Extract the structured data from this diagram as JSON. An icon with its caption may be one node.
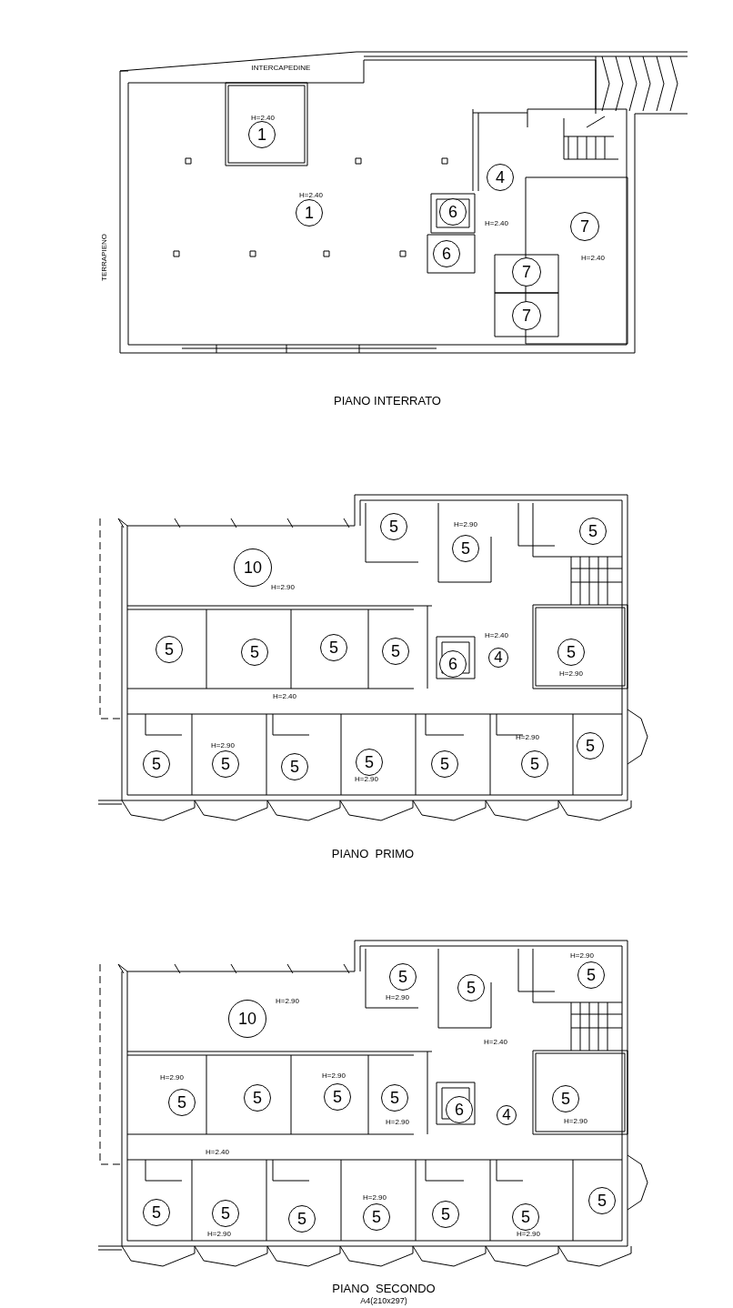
{
  "diagram": {
    "nodes": [
      {
        "text": [
          "1"
        ]
      },
      {
        "text": [
          "4"
        ]
      },
      {
        "text": [
          "1"
        ]
      },
      {
        "text": [
          "6"
        ]
      },
      {
        "text": [
          "7"
        ]
      },
      {
        "text": [
          "6"
        ]
      },
      {
        "text": [
          "7"
        ]
      },
      {
        "text": [
          "7"
        ]
      },
      {
        "text": [
          "10"
        ]
      },
      {
        "text": [
          "5"
        ]
      },
      {
        "text": [
          "5"
        ]
      },
      {
        "text": [
          "5"
        ]
      },
      {
        "text": [
          "5"
        ]
      },
      {
        "text": [
          "5"
        ]
      },
      {
        "text": [
          "5"
        ]
      },
      {
        "text": [
          "5"
        ]
      },
      {
        "text": [
          "6"
        ]
      },
      {
        "text": [
          "4"
        ]
      },
      {
        "text": [
          "5"
        ]
      },
      {
        "text": [
          "5"
        ]
      },
      {
        "text": [
          "5"
        ]
      },
      {
        "text": [
          "5"
        ]
      },
      {
        "text": [
          "5"
        ]
      },
      {
        "text": [
          "5"
        ]
      },
      {
        "text": [
          "5"
        ]
      },
      {
        "text": [
          "5"
        ]
      },
      {
        "text": [
          "10"
        ]
      },
      {
        "text": [
          "5"
        ]
      },
      {
        "text": [
          "5"
        ]
      },
      {
        "text": [
          "5"
        ]
      },
      {
        "text": [
          "5"
        ]
      },
      {
        "text": [
          "5"
        ]
      },
      {
        "text": [
          "5"
        ]
      },
      {
        "text": [
          "5"
        ]
      },
      {
        "text": [
          "6"
        ]
      },
      {
        "text": [
          "4"
        ]
      },
      {
        "text": [
          "5"
        ]
      },
      {
        "text": [
          "5"
        ]
      },
      {
        "text": [
          "5"
        ]
      },
      {
        "text": [
          "5"
        ]
      },
      {
        "text": [
          "5"
        ]
      },
      {
        "text": [
          "5"
        ]
      },
      {
        "text": [
          "5"
        ]
      },
      {
        "text": [
          "5"
        ]
      }
    ],
    "labels": [
      "INTERCAPEDINE",
      "H=2.40",
      "H=2.40",
      "H=2.40",
      "TERRAPIENO",
      "H=2.40",
      "PIANO INTERRATO",
      "H=2.90",
      "H=2.90",
      "H=2.40",
      "H=2.90",
      "H=2.40",
      "H=2.90",
      "H=2.90",
      "H=2.90",
      "PIANO  PRIMO",
      "H=2.90",
      "H=2.90",
      "H=2.90",
      "H=2.40",
      "H=2.90",
      "H=2.90",
      "H=2.90",
      "H=2.90",
      "H=2.40",
      "H=2.90",
      "H=2.90",
      "H=2.90",
      "PIANO  SECONDO",
      "A4(210x297)"
    ]
  }
}
